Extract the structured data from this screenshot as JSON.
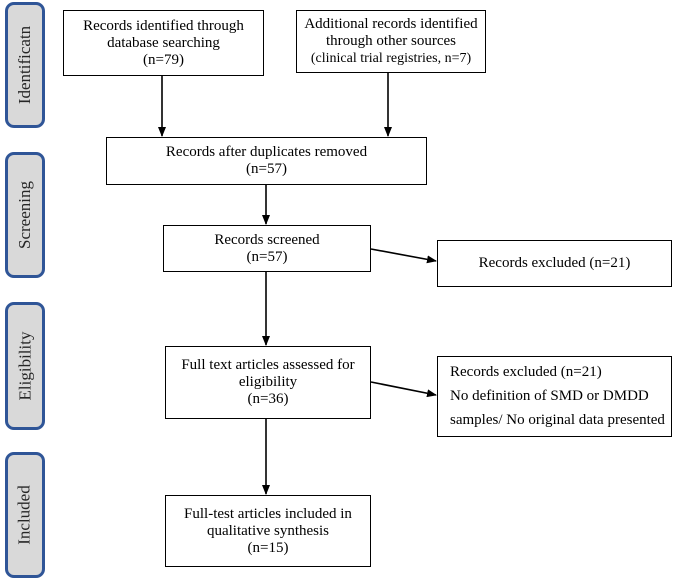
{
  "stages": [
    {
      "id": "identification",
      "label": "Identificatn"
    },
    {
      "id": "screening",
      "label": "Screening"
    },
    {
      "id": "eligibility",
      "label": "Eligibility"
    },
    {
      "id": "included",
      "label": "Included"
    }
  ],
  "boxes": {
    "db_search": {
      "lines": [
        "Records identified through",
        "database searching",
        "(n=79)"
      ]
    },
    "other_sources": {
      "lines": [
        "Additional records identified",
        "through other sources",
        "(clinical trial registries, n=7)"
      ]
    },
    "dedup": {
      "lines": [
        "Records after duplicates removed",
        "(n=57)"
      ]
    },
    "screened": {
      "lines": [
        "Records screened",
        "(n=57)"
      ]
    },
    "excluded_screen": {
      "lines": [
        "Records excluded (n=21)"
      ]
    },
    "fulltext": {
      "lines": [
        "Full text articles assessed for",
        "eligibility",
        "(n=36)"
      ]
    },
    "excluded_fulltext": {
      "lines": [
        "Records excluded (n=21)",
        "No definition of SMD or DMDD",
        "samples/ No original data presented"
      ]
    },
    "included": {
      "lines": [
        "Full-test articles included in",
        "qualitative synthesis",
        "(n=15)"
      ]
    }
  }
}
